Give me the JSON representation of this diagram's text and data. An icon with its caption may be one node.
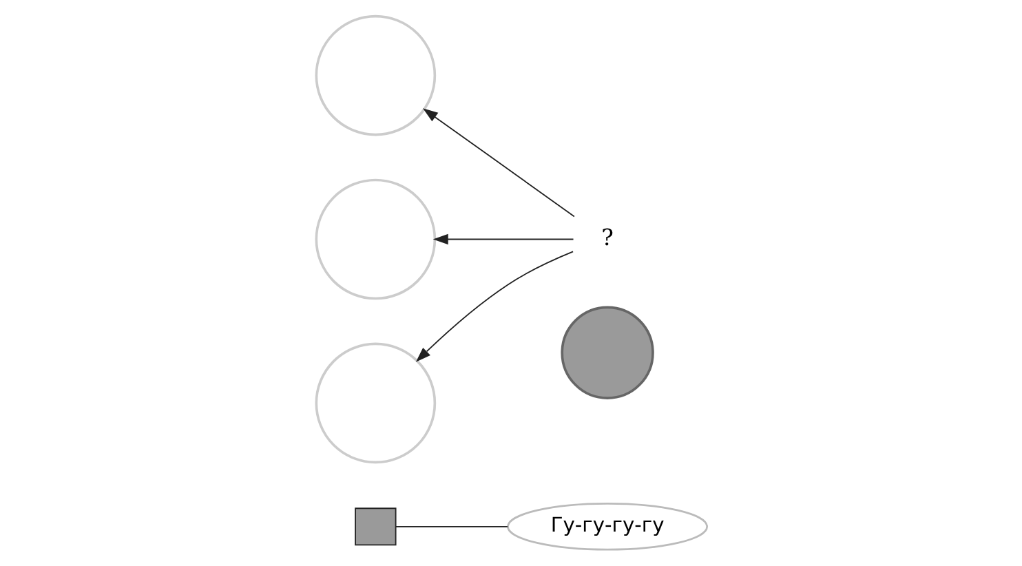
{
  "diagram": {
    "nodes": [
      {
        "text": [
          "Гу-гу-гу-гу"
        ]
      },
      {
        "text": [],
        "shape": "box"
      },
      {
        "text": [],
        "shape": "circle"
      },
      {
        "text": [],
        "shape": "circle"
      },
      {
        "text": [],
        "shape": "circle"
      },
      {
        "text": [
          "?"
        ]
      },
      {
        "text": [],
        "shape": "circle"
      }
    ],
    "edges": [
      {
        "from": 0,
        "to": 1,
        "arrow": "none"
      },
      {
        "from": 5,
        "to": 2,
        "arrow": "to"
      },
      {
        "from": 5,
        "to": 3,
        "arrow": "to"
      },
      {
        "from": 5,
        "to": 4,
        "arrow": "to"
      }
    ]
  }
}
